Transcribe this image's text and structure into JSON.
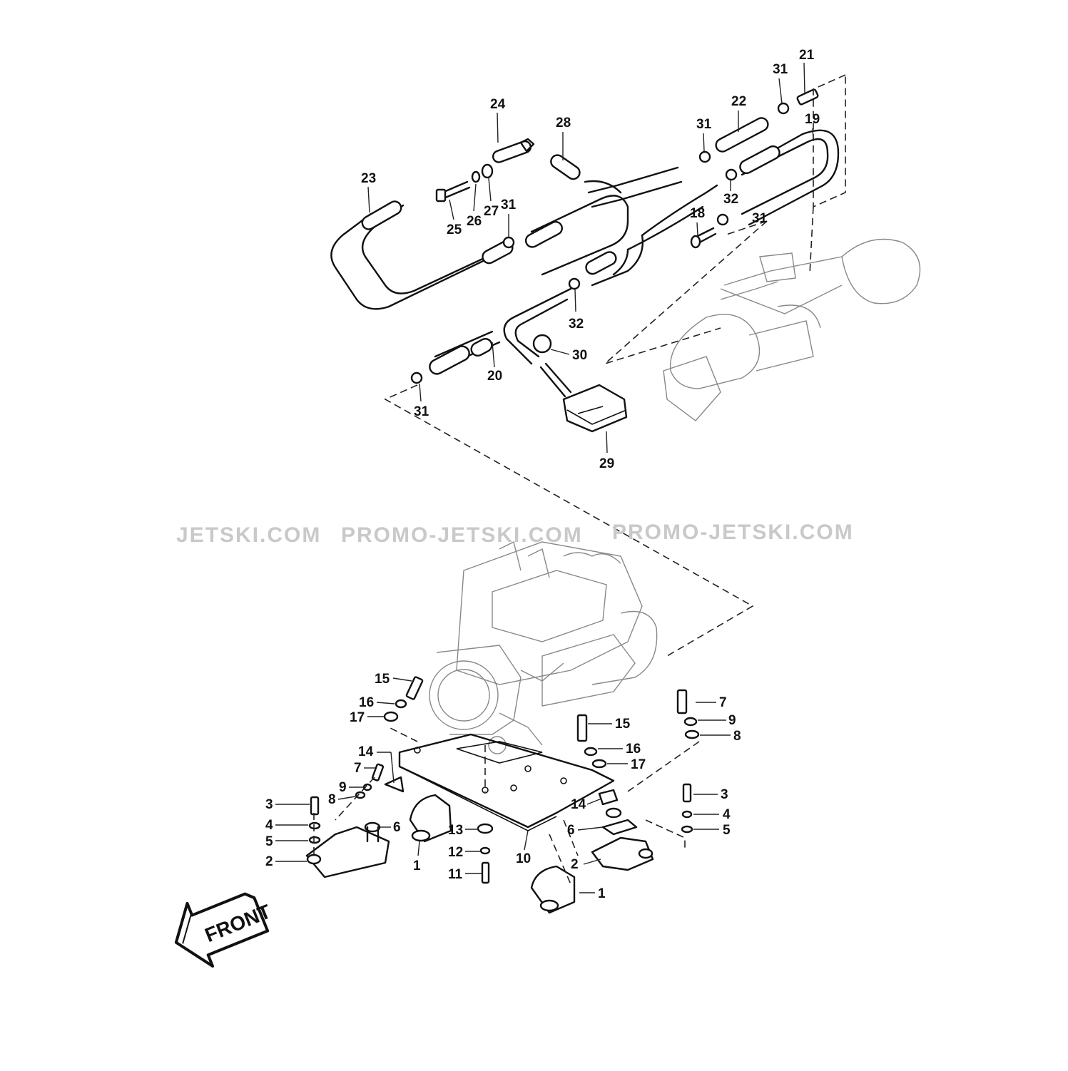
{
  "labels": [
    "1",
    "2",
    "3",
    "4",
    "5",
    "6",
    "7",
    "8",
    "9",
    "10",
    "11",
    "12",
    "13",
    "14",
    "15",
    "16",
    "17",
    "18",
    "19",
    "20",
    "21",
    "22",
    "23",
    "24",
    "25",
    "26",
    "27",
    "28",
    "29",
    "30",
    "31",
    "32"
  ],
  "watermark": {
    "part1": "JETSKI.COM",
    "part2": "PROMO-JETSKI.COM",
    "part3": "PROMO-JETSKI.COM"
  },
  "front_arrow": {
    "label": "FRONT"
  }
}
